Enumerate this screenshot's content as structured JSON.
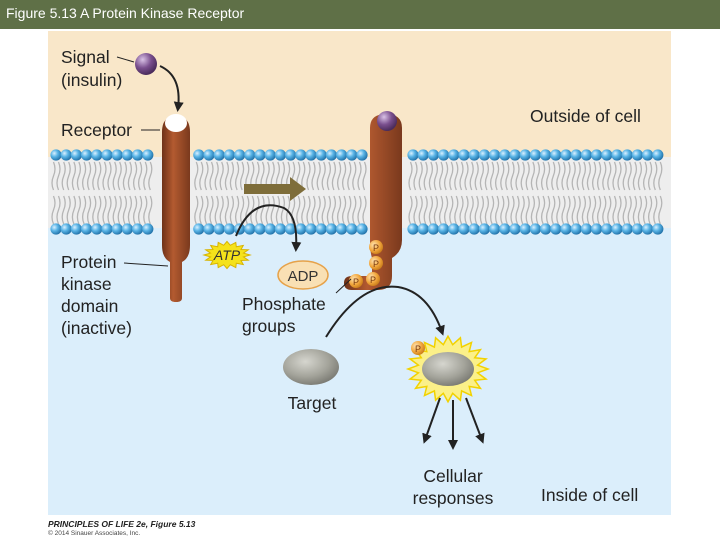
{
  "header": {
    "title": "Figure 5.13  A Protein Kinase Receptor"
  },
  "labels": {
    "signal_line1": "Signal",
    "signal_line2": "(insulin)",
    "receptor": "Receptor",
    "outside": "Outside of cell",
    "protein_line1": "Protein",
    "protein_line2": "kinase",
    "protein_line3": "domain",
    "protein_line4": "(inactive)",
    "atp": "ATP",
    "adp": "ADP",
    "phosphate_line1": "Phosphate",
    "phosphate_line2": "groups",
    "p": "P",
    "target": "Target",
    "cellular_line1": "Cellular",
    "cellular_line2": "responses",
    "inside": "Inside of cell"
  },
  "credit": {
    "line1": "PRINCIPLES OF LIFE 2e, Figure 5.13",
    "line2": "© 2014 Sinauer Associates, Inc."
  },
  "colors": {
    "header_bar": "#5f7047",
    "outside_bg": "#f9e7c9",
    "inside_bg": "#dbeefb",
    "receptor": "#9b4a26",
    "signal": "#7a4f8e",
    "atp_burst": "#f5e21a",
    "phosphate": "#f1a63c",
    "target": "#a9a9a0",
    "membrane_head": "#4fa9dd",
    "lipid_tail": "#b8b8b8"
  }
}
